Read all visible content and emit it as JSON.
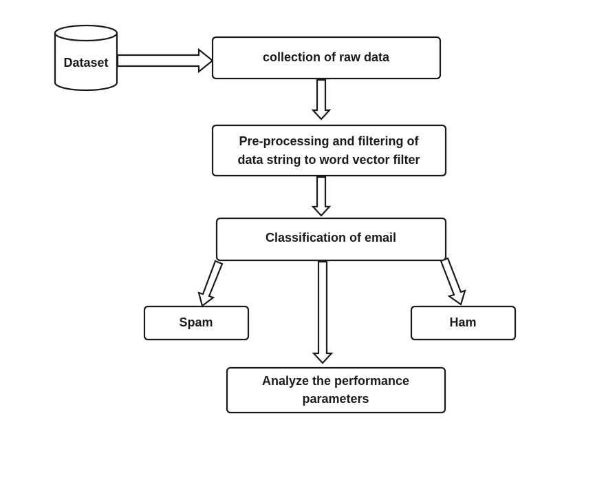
{
  "nodes": {
    "dataset": {
      "label": "Dataset"
    },
    "collection": {
      "label": "collection of raw data"
    },
    "preprocessing": {
      "line1": "Pre-processing and filtering of",
      "line2": "data string to word vector filter"
    },
    "classification": {
      "label": "Classification of email"
    },
    "spam": {
      "label": "Spam"
    },
    "ham": {
      "label": "Ham"
    },
    "analyze": {
      "line1": "Analyze the performance",
      "line2": "parameters"
    }
  },
  "colors": {
    "stroke": "#1a1a1a",
    "fill": "#ffffff",
    "text": "#1a1a1a"
  }
}
